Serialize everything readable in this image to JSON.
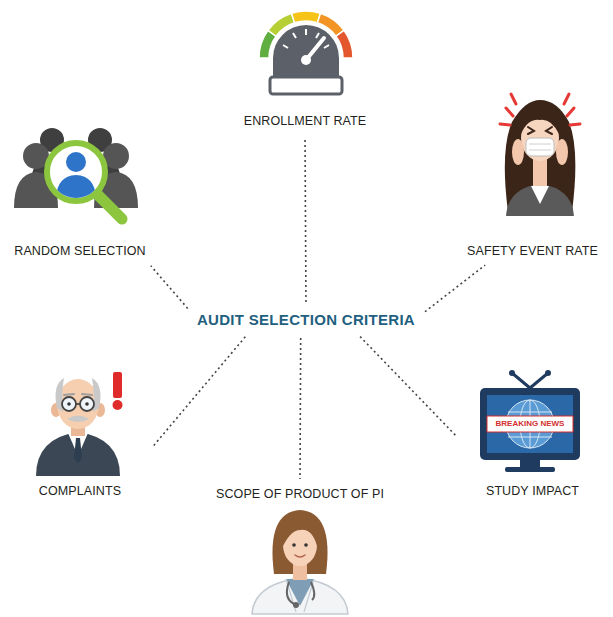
{
  "diagram": {
    "nodes": [
      {
        "text": [
          "ENROLLMENT RATE"
        ]
      },
      {
        "text": [
          "RANDOM SELECTION"
        ]
      },
      {
        "text": [
          "SAFETY EVENT RATE"
        ]
      },
      {
        "text": [
          "AUDIT SELECTION CRITERIA"
        ]
      },
      {
        "text": [
          "COMPLAINTS"
        ]
      },
      {
        "text": [
          "SCOPE OF PRODUCT OF PI"
        ]
      },
      {
        "text": [
          "STUDY IMPACT"
        ]
      }
    ],
    "edges": [
      {
        "from": 3,
        "to": 0,
        "arrow": "none"
      },
      {
        "from": 3,
        "to": 1,
        "arrow": "none"
      },
      {
        "from": 3,
        "to": 2,
        "arrow": "none"
      },
      {
        "from": 3,
        "to": 4,
        "arrow": "none"
      },
      {
        "from": 3,
        "to": 5,
        "arrow": "none"
      },
      {
        "from": 3,
        "to": 6,
        "arrow": "none"
      }
    ],
    "labels": [
      "BREAKING NEWS"
    ]
  }
}
